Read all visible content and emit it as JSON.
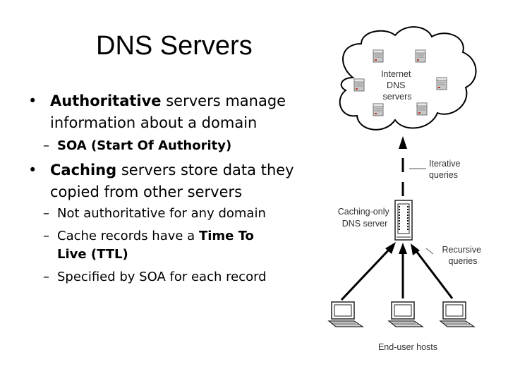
{
  "slide": {
    "title": "DNS Servers",
    "bullet1": {
      "bold": "Authoritative",
      "line1_rest": " servers manage",
      "line2": "information about a domain"
    },
    "sub1": "SOA (Start Of Authority)",
    "bullet2": {
      "bold": "Caching",
      "line1_rest": " servers store data they",
      "line2": "copied from other servers"
    },
    "sub2": "Not authoritative for any domain",
    "sub3": {
      "pre": "Cache records have a ",
      "bold1": "Time To",
      "bold2": "Live (TTL)"
    },
    "sub4": "Specified by SOA for each record"
  },
  "diagram": {
    "cloud_label": [
      "Internet",
      "DNS",
      "servers"
    ],
    "iterative_label": [
      "Iterative",
      "queries"
    ],
    "caching_label": [
      "Caching-only",
      "DNS server"
    ],
    "recursive_label": [
      "Recursive",
      "queries"
    ],
    "hosts_label": "End-user hosts",
    "icons": [
      "server-icon",
      "laptop-icon"
    ]
  }
}
